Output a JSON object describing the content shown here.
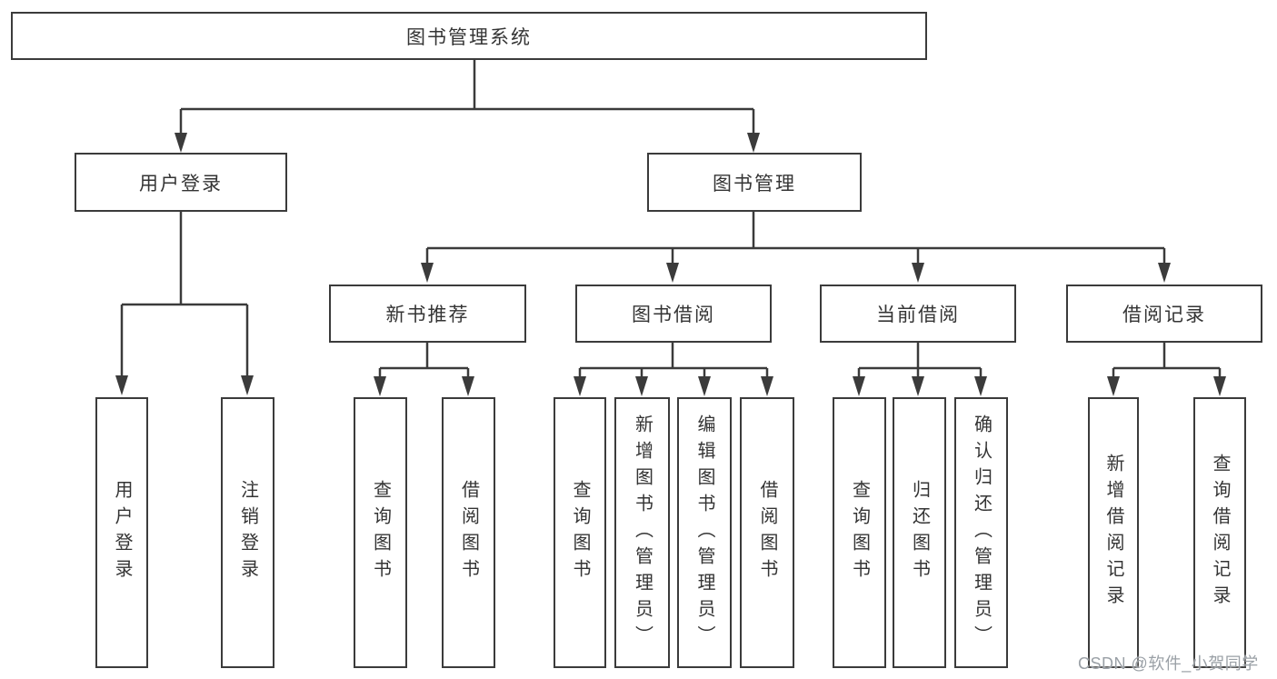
{
  "tree": {
    "root": {
      "label": "图书管理系统",
      "children": [
        {
          "label": "用户登录",
          "children": [
            {
              "label": "用户登录"
            },
            {
              "label": "注销登录"
            }
          ]
        },
        {
          "label": "图书管理",
          "children": [
            {
              "label": "新书推荐",
              "children": [
                {
                  "label": "查询图书"
                },
                {
                  "label": "借阅图书"
                }
              ]
            },
            {
              "label": "图书借阅",
              "children": [
                {
                  "label": "查询图书"
                },
                {
                  "label": "新增图书（管理员）"
                },
                {
                  "label": "编辑图书（管理员）"
                },
                {
                  "label": "借阅图书"
                }
              ]
            },
            {
              "label": "当前借阅",
              "children": [
                {
                  "label": "查询图书"
                },
                {
                  "label": "归还图书"
                },
                {
                  "label": "确认归还（管理员）"
                }
              ]
            },
            {
              "label": "借阅记录",
              "children": [
                {
                  "label": "新增借阅记录"
                },
                {
                  "label": "查询借阅记录"
                }
              ]
            }
          ]
        }
      ]
    }
  },
  "watermark": {
    "text": "CSDN @软件_小贺同学"
  },
  "colors": {
    "background": "#ffffff",
    "box_border": "#3b3b3b",
    "connector_line": "#3b3b3b",
    "text": "#343434",
    "watermark_text": "#9aa0a6"
  }
}
